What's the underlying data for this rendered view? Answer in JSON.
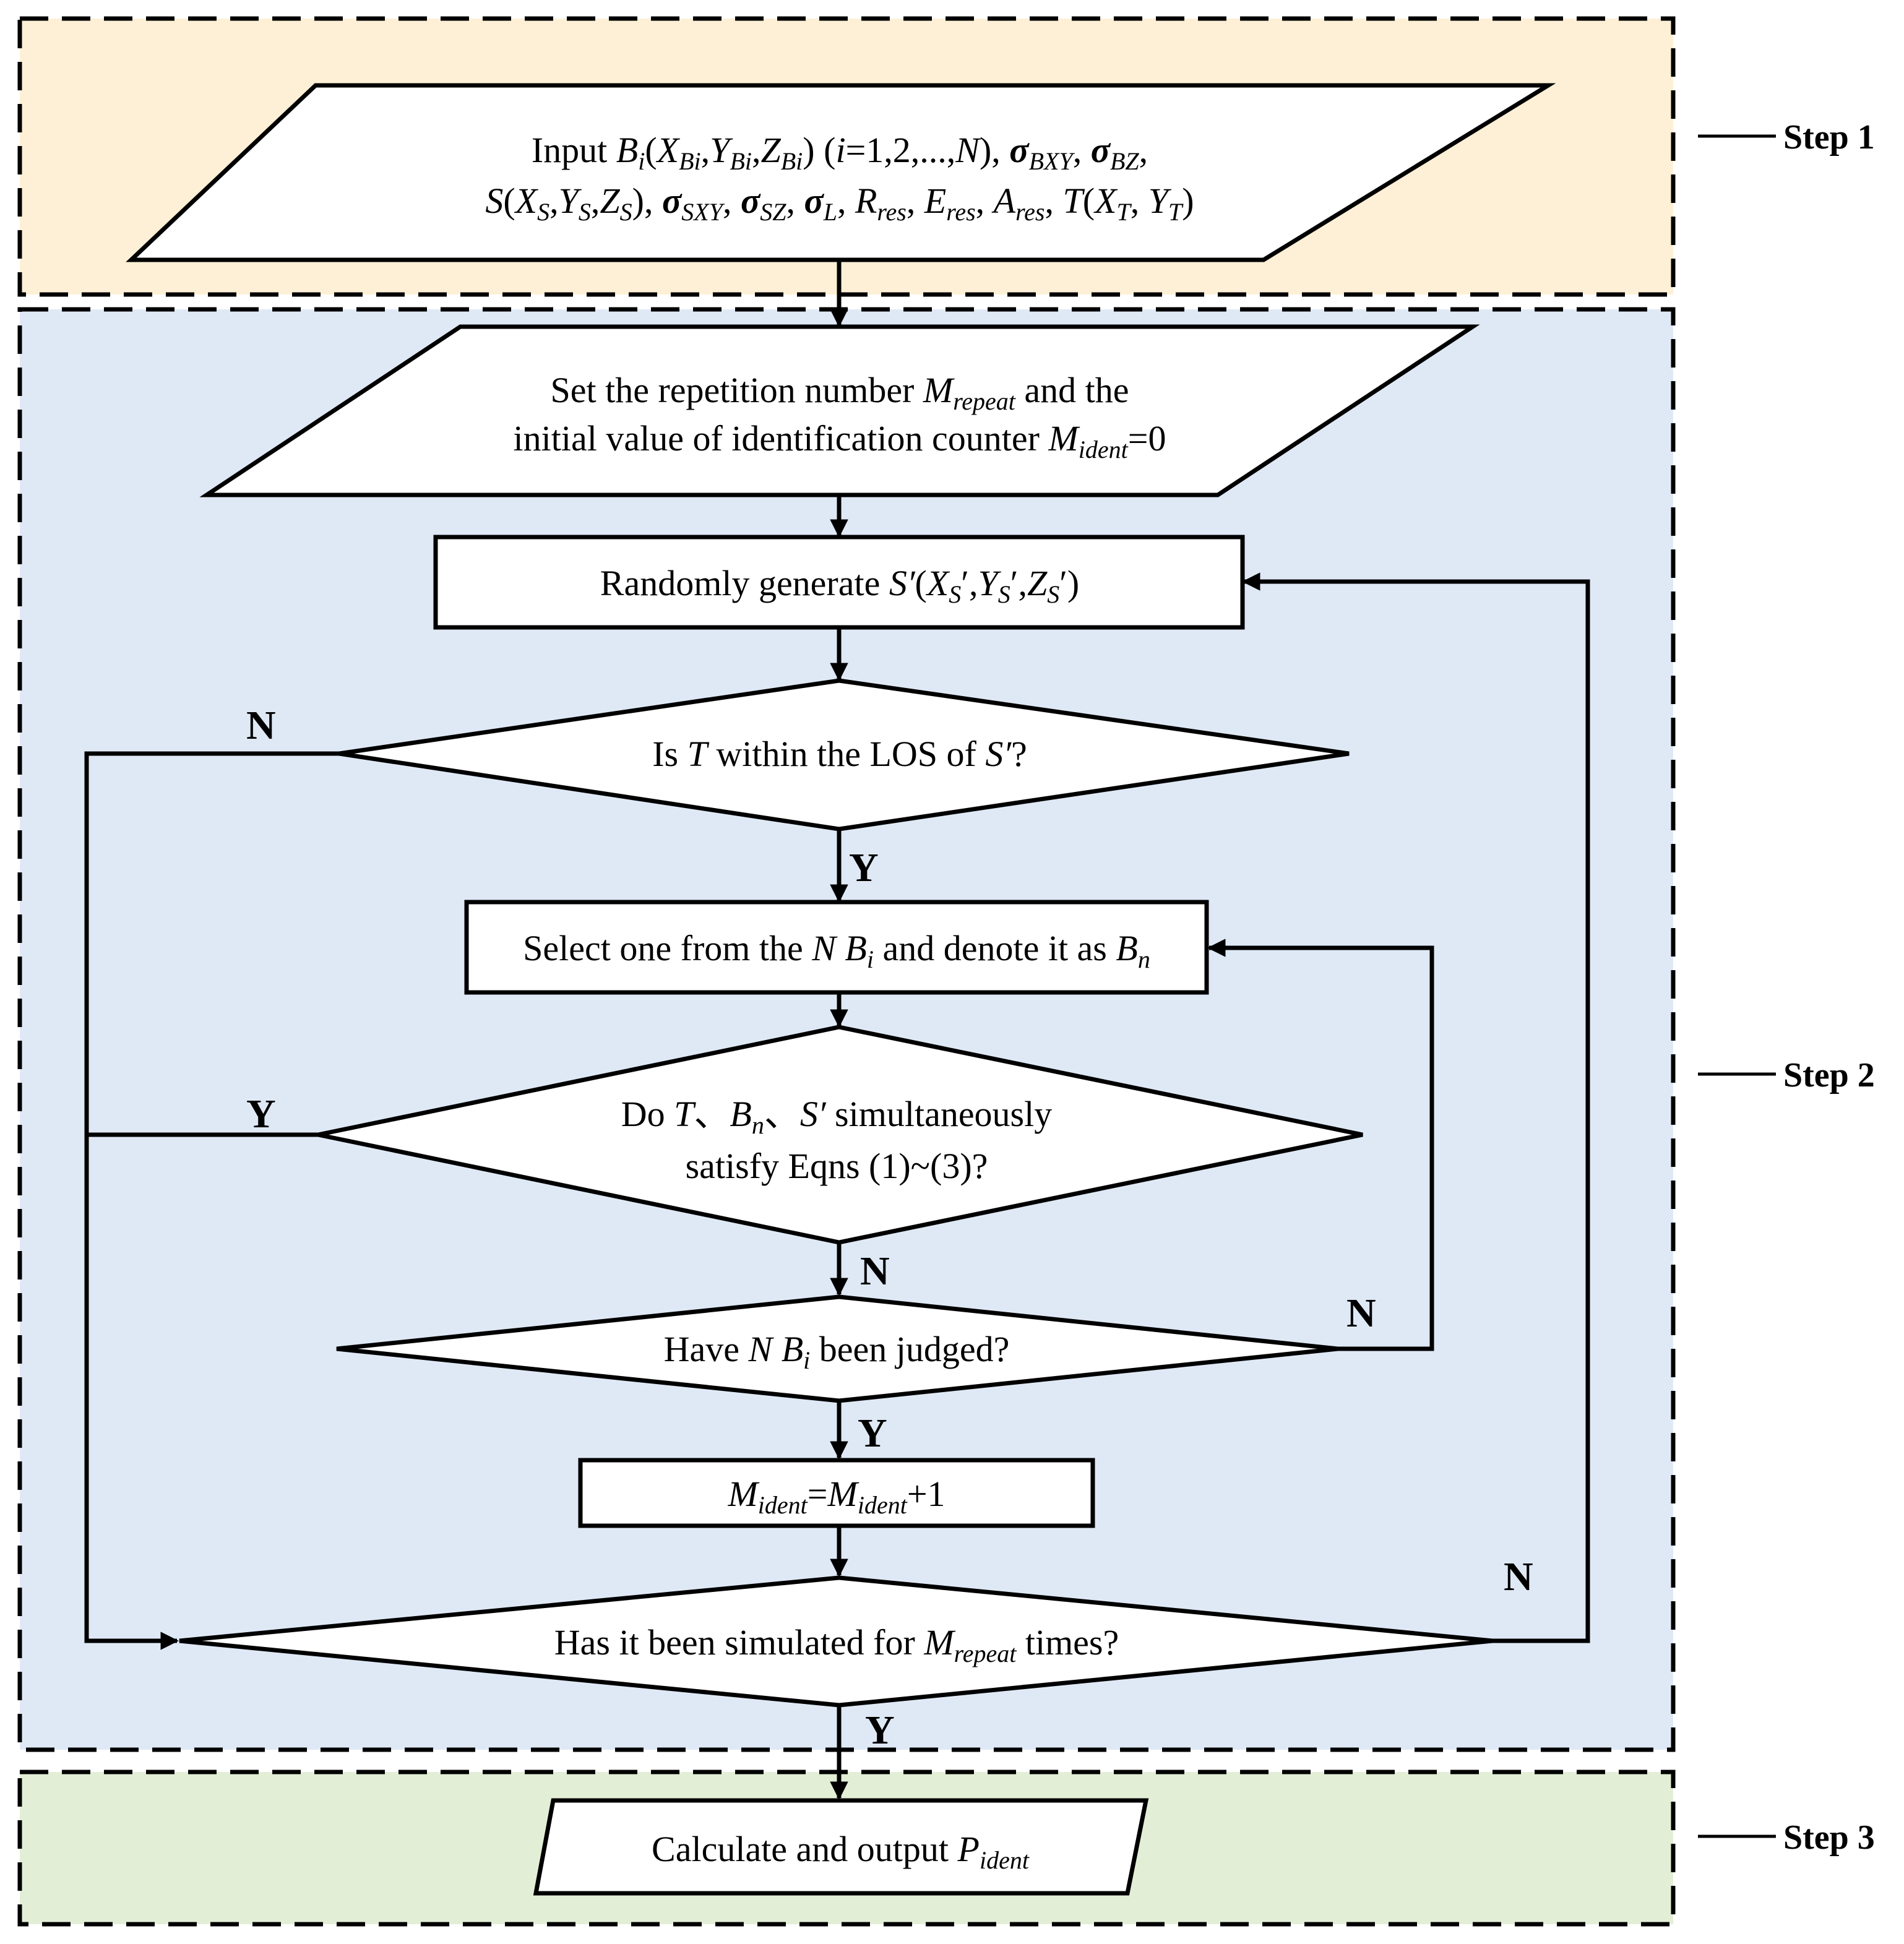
{
  "colors": {
    "step1_fill": "#fdf0d6",
    "step2_fill": "#dfe9f6",
    "step3_fill": "#e3eed7",
    "stroke": "#000000",
    "node_fill": "#ffffff"
  },
  "steps": {
    "step1": "Step 1",
    "step2": "Step 2",
    "step3": "Step 3"
  },
  "nodes": {
    "input": {
      "shape": "parallelogram",
      "line1": [
        {
          "t": "Input "
        },
        {
          "t": "B",
          "i": true
        },
        {
          "t": "i",
          "i": true,
          "sub": true
        },
        {
          "t": "("
        },
        {
          "t": "X",
          "i": true
        },
        {
          "t": "Bi",
          "i": true,
          "sub": true
        },
        {
          "t": ","
        },
        {
          "t": "Y",
          "i": true
        },
        {
          "t": "Bi",
          "i": true,
          "sub": true
        },
        {
          "t": ","
        },
        {
          "t": "Z",
          "i": true
        },
        {
          "t": "Bi",
          "i": true,
          "sub": true
        },
        {
          "t": ") ("
        },
        {
          "t": "i",
          "i": true
        },
        {
          "t": "=1,2,...,"
        },
        {
          "t": "N",
          "i": true
        },
        {
          "t": "), "
        },
        {
          "t": "σ",
          "i": true,
          "b": true
        },
        {
          "t": "BXY",
          "i": true,
          "sub": true
        },
        {
          "t": ", "
        },
        {
          "t": "σ",
          "i": true,
          "b": true
        },
        {
          "t": "BZ",
          "i": true,
          "sub": true
        },
        {
          "t": ","
        }
      ],
      "line2": [
        {
          "t": "S",
          "i": true
        },
        {
          "t": "("
        },
        {
          "t": "X",
          "i": true
        },
        {
          "t": "S",
          "i": true,
          "sub": true
        },
        {
          "t": ","
        },
        {
          "t": "Y",
          "i": true
        },
        {
          "t": "S",
          "i": true,
          "sub": true
        },
        {
          "t": ","
        },
        {
          "t": "Z",
          "i": true
        },
        {
          "t": "S",
          "i": true,
          "sub": true
        },
        {
          "t": "), "
        },
        {
          "t": "σ",
          "i": true,
          "b": true
        },
        {
          "t": "SXY",
          "i": true,
          "sub": true
        },
        {
          "t": ", "
        },
        {
          "t": "σ",
          "i": true,
          "b": true
        },
        {
          "t": "SZ",
          "i": true,
          "sub": true
        },
        {
          "t": ", "
        },
        {
          "t": "σ",
          "i": true,
          "b": true
        },
        {
          "t": "L",
          "i": true,
          "sub": true
        },
        {
          "t": ", "
        },
        {
          "t": "R",
          "i": true
        },
        {
          "t": "res",
          "i": true,
          "sub": true
        },
        {
          "t": ", "
        },
        {
          "t": "E",
          "i": true
        },
        {
          "t": "res",
          "i": true,
          "sub": true
        },
        {
          "t": ", "
        },
        {
          "t": "A",
          "i": true
        },
        {
          "t": "res",
          "i": true,
          "sub": true
        },
        {
          "t": ", "
        },
        {
          "t": "T",
          "i": true
        },
        {
          "t": "("
        },
        {
          "t": "X",
          "i": true
        },
        {
          "t": "T",
          "i": true,
          "sub": true
        },
        {
          "t": ", "
        },
        {
          "t": "Y",
          "i": true
        },
        {
          "t": "T",
          "i": true,
          "sub": true
        },
        {
          "t": ")"
        }
      ]
    },
    "set_repeat": {
      "shape": "parallelogram",
      "line1": [
        {
          "t": "Set the repetition number "
        },
        {
          "t": "M",
          "i": true
        },
        {
          "t": "repeat",
          "i": true,
          "sub": true
        },
        {
          "t": " and the"
        }
      ],
      "line2": [
        {
          "t": "initial value of identification counter "
        },
        {
          "t": "M",
          "i": true
        },
        {
          "t": "ident",
          "i": true,
          "sub": true
        },
        {
          "t": "=0"
        }
      ]
    },
    "generate": {
      "shape": "process",
      "line1": [
        {
          "t": "Randomly generate "
        },
        {
          "t": "S′",
          "i": true
        },
        {
          "t": "("
        },
        {
          "t": "X",
          "i": true
        },
        {
          "t": "S",
          "i": true,
          "sub": true
        },
        {
          "t": "′,"
        },
        {
          "t": "Y",
          "i": true
        },
        {
          "t": "S",
          "i": true,
          "sub": true
        },
        {
          "t": "′,"
        },
        {
          "t": "Z",
          "i": true
        },
        {
          "t": "S",
          "i": true,
          "sub": true
        },
        {
          "t": "′)"
        }
      ]
    },
    "los_check": {
      "shape": "decision",
      "line1": [
        {
          "t": "Is "
        },
        {
          "t": "T",
          "i": true
        },
        {
          "t": " within the LOS of "
        },
        {
          "t": "S′",
          "i": true
        },
        {
          "t": "?"
        }
      ]
    },
    "select_bn": {
      "shape": "process",
      "line1": [
        {
          "t": "Select one from the "
        },
        {
          "t": "N",
          "i": true
        },
        {
          "t": " "
        },
        {
          "t": "B",
          "i": true
        },
        {
          "t": "i",
          "i": true,
          "sub": true
        },
        {
          "t": " and denote it as "
        },
        {
          "t": "B",
          "i": true
        },
        {
          "t": "n",
          "i": true,
          "sub": true
        }
      ]
    },
    "eqns_check": {
      "shape": "decision",
      "line1": [
        {
          "t": "Do "
        },
        {
          "t": "T",
          "i": true
        },
        {
          "t": "、"
        },
        {
          "t": "B",
          "i": true
        },
        {
          "t": "n",
          "i": true,
          "sub": true
        },
        {
          "t": "、"
        },
        {
          "t": "S′",
          "i": true
        },
        {
          "t": " simultaneously"
        }
      ],
      "line2": [
        {
          "t": "satisfy Eqns (1)~(3)?"
        }
      ]
    },
    "judged_check": {
      "shape": "decision",
      "line1": [
        {
          "t": "Have "
        },
        {
          "t": "N",
          "i": true
        },
        {
          "t": " "
        },
        {
          "t": "B",
          "i": true
        },
        {
          "t": "i",
          "i": true,
          "sub": true
        },
        {
          "t": " been judged?"
        }
      ]
    },
    "increment": {
      "shape": "process",
      "line1": [
        {
          "t": "M",
          "i": true
        },
        {
          "t": "ident",
          "i": true,
          "sub": true
        },
        {
          "t": "="
        },
        {
          "t": "M",
          "i": true
        },
        {
          "t": "ident",
          "i": true,
          "sub": true
        },
        {
          "t": "+1"
        }
      ]
    },
    "repeat_check": {
      "shape": "decision",
      "line1": [
        {
          "t": "Has it been simulated for "
        },
        {
          "t": "M",
          "i": true
        },
        {
          "t": "repeat",
          "i": true,
          "sub": true
        },
        {
          "t": " times?"
        }
      ]
    },
    "output": {
      "shape": "parallelogram",
      "line1": [
        {
          "t": "Calculate and output "
        },
        {
          "t": "P",
          "i": true
        },
        {
          "t": "ident",
          "i": true,
          "sub": true
        }
      ]
    }
  },
  "edge_labels": {
    "los_no": "N",
    "los_yes": "Y",
    "eqns_yes": "Y",
    "eqns_no": "N",
    "judged_no": "N",
    "judged_yes": "Y",
    "repeat_no": "N",
    "repeat_yes": "Y"
  }
}
